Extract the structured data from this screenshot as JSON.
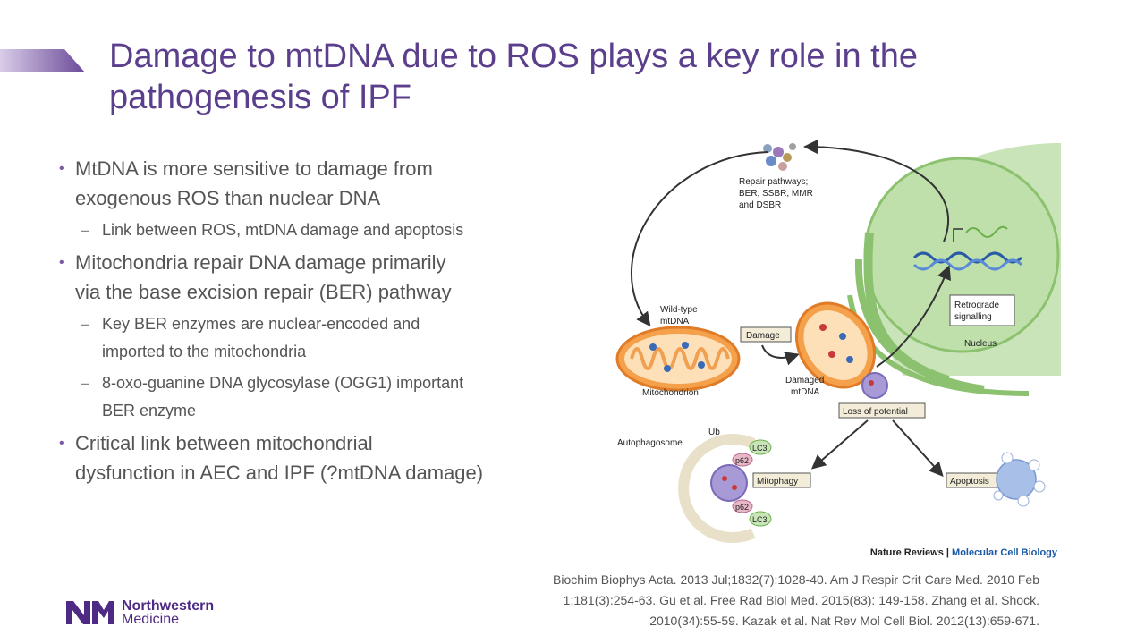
{
  "slide": {
    "title_line1": "Damage to mtDNA due to ROS plays a key role in the",
    "title_line2": "pathogenesis of IPF",
    "accent_color": "#7a5aa6",
    "title_color": "#5b3f8c"
  },
  "bullets": [
    {
      "line1": "MtDNA is more sensitive to damage from",
      "line2": "exogenous ROS than nuclear DNA",
      "subs": [
        {
          "line1": "Link between ROS, mtDNA damage and apoptosis",
          "line2": ""
        }
      ]
    },
    {
      "line1": "Mitochondria repair DNA damage primarily",
      "line2": "via the base excision repair (BER) pathway",
      "subs": [
        {
          "line1": "Key BER enzymes are nuclear-encoded and",
          "line2": "imported to the mitochondria"
        },
        {
          "line1": "8-oxo-guanine DNA glycosylase (OGG1) important",
          "line2": "BER enzyme"
        }
      ]
    },
    {
      "line1": "Critical link between mitochondrial",
      "line2": "dysfunction in AEC and IPF (?mtDNA damage)",
      "subs": []
    }
  ],
  "figure": {
    "repair_line1": "Repair pathways;",
    "repair_line2": "BER, SSBR, MMR",
    "repair_line3": "and DSBR",
    "wildtype_line1": "Wild-type",
    "wildtype_line2": "mtDNA",
    "mitochondrion": "Mitochondrion",
    "damage": "Damage",
    "damaged_line1": "Damaged",
    "damaged_line2": "mtDNA",
    "retro_line1": "Retrograde",
    "retro_line2": "signalling",
    "nucleus": "Nucleus",
    "loss": "Loss of potential",
    "autophagosome": "Autophagosome",
    "ub": "Ub",
    "lc3": "LC3",
    "p62": "p62",
    "mitophagy": "Mitophagy",
    "apoptosis": "Apoptosis",
    "credit_journal": "Nature Reviews",
    "credit_sep": "|",
    "credit_section": "Molecular Cell Biology"
  },
  "citation": {
    "line1": "Biochim Biophys Acta. 2013 Jul;1832(7):1028-40.  Am J Respir Crit Care Med. 2010 Feb",
    "line2": "1;181(3):254-63.  Gu et al.  Free Rad Biol Med.  2015(83): 149-158.  Zhang et al.  Shock.",
    "line3": "2010(34):55-59.  Kazak et al.  Nat Rev Mol Cell Biol.  2012(13):659-671."
  },
  "logo": {
    "line1": "Northwestern",
    "line2": "Medicine",
    "mark": "NM",
    "color": "#4e2a84"
  }
}
